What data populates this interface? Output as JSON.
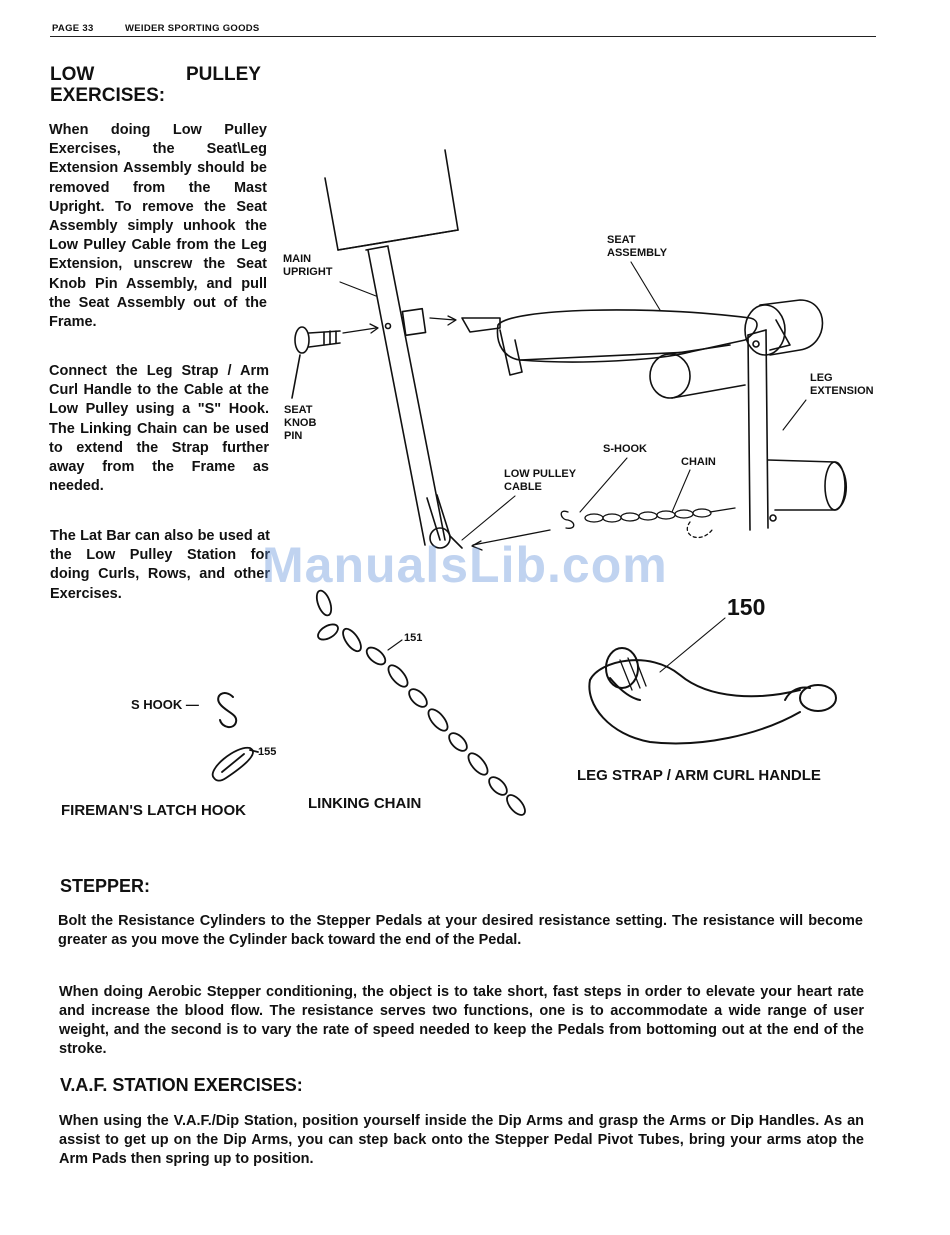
{
  "header": {
    "page": "PAGE  33",
    "company": "WEIDER SPORTING GOODS"
  },
  "low_pulley": {
    "heading_1": "LOW",
    "heading_2": "PULLEY",
    "heading_3": "EXERCISES:",
    "para1": "When doing Low Pulley Exercises, the Seat\\Leg Extension Assembly should be removed from the Mast Upright. To remove the Seat Assembly simply unhook the Low Pulley Cable from the Leg Extension, unscrew the Seat Knob Pin Assembly, and pull the Seat Assembly out of the Frame.",
    "para2": "Connect the Leg Strap / Arm Curl Handle to the Cable at the Low Pulley using a \"S\" Hook. The Linking Chain can be used to extend the Strap further away from the Frame as needed.",
    "para3": "The Lat Bar can also be used at the Low Pulley Station for doing Curls, Rows, and other Exercises."
  },
  "diagram": {
    "main_upright_1": "MAIN",
    "main_upright_2": "UPRIGHT",
    "seat_assembly_1": "SEAT",
    "seat_assembly_2": "ASSEMBLY",
    "leg_extension_1": "LEG",
    "leg_extension_2": "EXTENSION",
    "seat_knob_1": "SEAT",
    "seat_knob_2": "KNOB",
    "seat_knob_3": "PIN",
    "s_hook": "S-HOOK",
    "chain": "CHAIN",
    "low_pulley_cable_1": "LOW PULLEY",
    "low_pulley_cable_2": "CABLE"
  },
  "parts": {
    "chain_number": "151",
    "handle_number": "150",
    "latch_number": "155",
    "s_hook_label": "S HOOK —",
    "latch_caption": "FIREMAN'S LATCH HOOK",
    "chain_caption": "LINKING CHAIN",
    "handle_caption": "LEG STRAP / ARM CURL HANDLE"
  },
  "watermark": "ManualsLib.com",
  "stepper": {
    "heading": "STEPPER:",
    "para1": "Bolt the Resistance Cylinders to the Stepper Pedals at your desired resistance setting.  The resistance will become greater as you move the Cylinder back toward the end of the Pedal.",
    "para2": "When doing Aerobic Stepper conditioning, the object is to take short, fast steps in order to elevate your heart rate and increase the blood flow.  The resistance serves two functions, one is to accommodate a wide range of user weight, and the second is to vary the rate of speed needed to keep the Pedals from bottoming out at the end of the stroke."
  },
  "vaf": {
    "heading": "V.A.F. STATION EXERCISES:",
    "para1": "When using the V.A.F./Dip Station, position yourself inside the Dip Arms and grasp the Arms or Dip Handles.  As an assist to get up on the Dip Arms, you can step back onto the Stepper Pedal Pivot Tubes, bring your arms atop the Arm Pads then spring up to position."
  }
}
